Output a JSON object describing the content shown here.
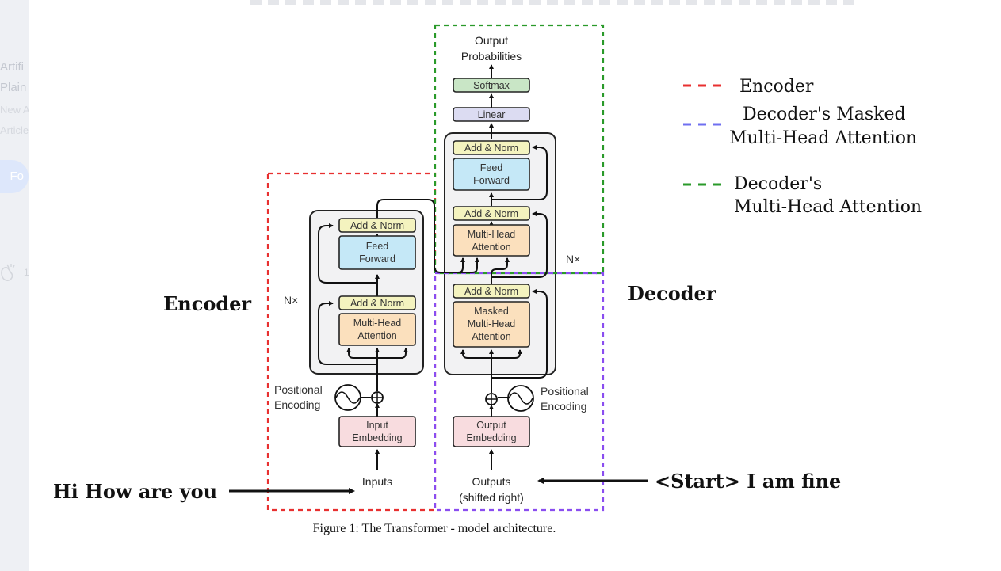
{
  "sidebar": {
    "article_title_fragments": [
      "Artifi",
      "Plain"
    ],
    "meta_fragments": [
      "New A",
      "Article"
    ],
    "follow_label": "Fo",
    "clap_count": "1"
  },
  "figure": {
    "caption": "Figure 1: The Transformer - model architecture.",
    "output_probabilities": [
      "Output",
      "Probabilities"
    ],
    "softmax": "Softmax",
    "linear": "Linear",
    "add_norm": "Add & Norm",
    "feed_forward": [
      "Feed",
      "Forward"
    ],
    "multi_head_attention": [
      "Multi-Head",
      "Attention"
    ],
    "masked_multi_head_attention": [
      "Masked",
      "Multi-Head",
      "Attention"
    ],
    "nx": "N×",
    "positional_encoding": [
      "Positional",
      "Encoding"
    ],
    "input_embedding": [
      "Input",
      "Embedding"
    ],
    "output_embedding": [
      "Output",
      "Embedding"
    ],
    "inputs": "Inputs",
    "outputs": [
      "Outputs",
      "(shifted right)"
    ]
  },
  "annotations": {
    "encoder": "Encoder",
    "decoder": "Decoder",
    "input_sentence": "Hi How are you",
    "output_sentence": "<Start> I am fine"
  },
  "legend": {
    "items": [
      {
        "lines": [
          "Encoder"
        ],
        "color": "#e83030"
      },
      {
        "lines": [
          "Decoder's Masked",
          "Multi-Head Attention"
        ],
        "color": "#6f6ff0"
      },
      {
        "lines": [
          "Decoder's",
          "Multi-Head Attention"
        ],
        "color": "#2a9a2a"
      }
    ]
  },
  "colors": {
    "add_norm_fill": "#f4f3bf",
    "feed_forward_fill": "#c5e8f7",
    "attention_fill": "#fbe0bd",
    "embedding_fill": "#f8dcdf",
    "linear_fill": "#dcdcf2",
    "softmax_fill": "#c9e6c6",
    "stack_fill": "#f2f2f3",
    "encoder_dash": "#e83030",
    "decoder_masked_dash": "#8a4df0",
    "decoder_attention_dash": "#2a9a2a"
  }
}
